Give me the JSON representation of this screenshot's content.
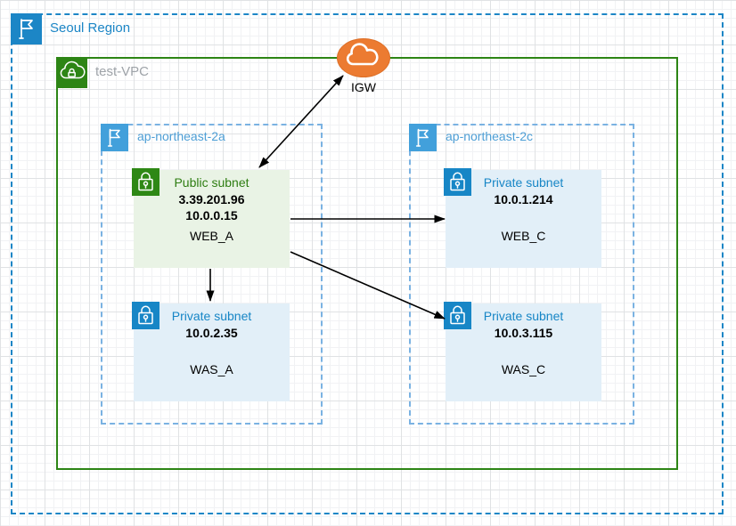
{
  "region": {
    "label": "Seoul Region",
    "accent_color": "#1c86c6"
  },
  "vpc": {
    "label": "test-VPC",
    "border_color": "#2d8515",
    "label_color": "#9ea3a8"
  },
  "igw": {
    "label": "IGW",
    "fill_color": "#ec7b31"
  },
  "availability_zones": [
    {
      "label": "ap-northeast-2a"
    },
    {
      "label": "ap-northeast-2c"
    }
  ],
  "az_style": {
    "accent_color": "#42a0db",
    "border_color": "#7ab2e2"
  },
  "subnets": [
    {
      "title": "Public subnet",
      "ip1": "3.39.201.96",
      "ip2": "10.0.0.15",
      "name": "WEB_A",
      "title_color": "#2e7d12",
      "fill_color": "#e9f3e5",
      "icon_color": "#2e8815"
    },
    {
      "title": "Private subnet",
      "ip1": "10.0.1.214",
      "ip2": "",
      "name": "WEB_C",
      "title_color": "#1786c6",
      "fill_color": "#e2eff8",
      "icon_color": "#1786c6"
    },
    {
      "title": "Private subnet",
      "ip1": "10.0.2.35",
      "ip2": "",
      "name": "WAS_A",
      "title_color": "#1786c6",
      "fill_color": "#e2eff8",
      "icon_color": "#1786c6"
    },
    {
      "title": "Private subnet",
      "ip1": "10.0.3.115",
      "ip2": "",
      "name": "WAS_C",
      "title_color": "#1786c6",
      "fill_color": "#e2eff8",
      "icon_color": "#1786c6"
    }
  ],
  "arrows": {
    "igw_to_public_subnet": "bidirectional",
    "public_subnet_to_web_c": "one-way",
    "public_subnet_to_was_a": "one-way",
    "public_subnet_to_was_c": "one-way",
    "color": "#000000"
  }
}
